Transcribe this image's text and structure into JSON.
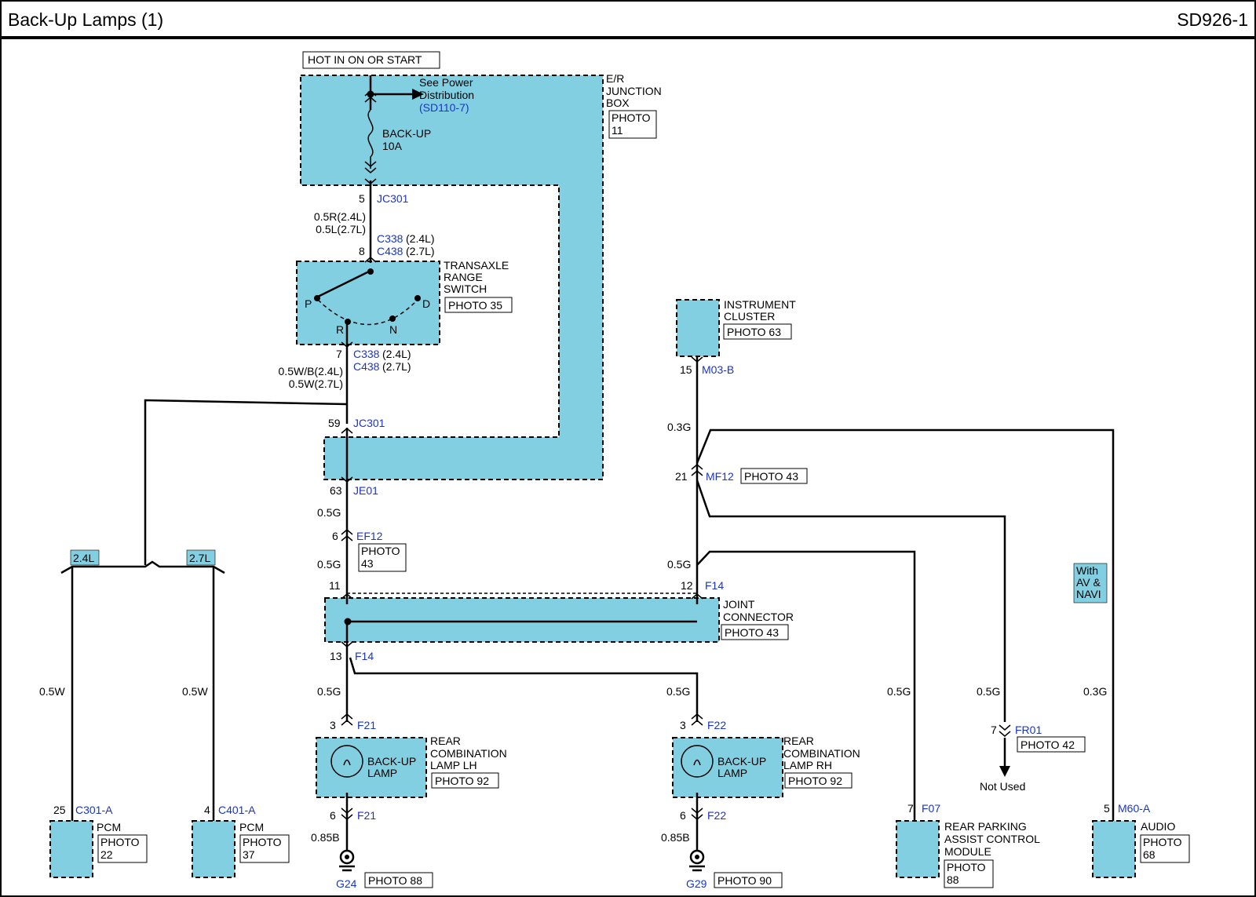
{
  "header": {
    "title": "Back-Up Lamps (1)",
    "code": "SD926-1"
  },
  "hot_label": "HOT IN ON OR START",
  "junction_box": {
    "name": [
      "E/R",
      "JUNCTION",
      "BOX"
    ],
    "photo": [
      "PHOTO",
      "11"
    ]
  },
  "see_power": [
    "See Power",
    "Distribution"
  ],
  "see_power_ref": "(SD110-7)",
  "fuse": [
    "BACK-UP",
    "10A"
  ],
  "jc301_top": {
    "pin": "5",
    "id": "JC301"
  },
  "wire_trs_top": [
    "0.5R(2.4L)",
    "0.5L(2.7L)"
  ],
  "c338_top": {
    "pin": "8",
    "id1": "C338",
    "sp1": "(2.4L)",
    "id2": "C438",
    "sp2": "(2.7L)"
  },
  "transaxle": {
    "name": [
      "TRANSAXLE",
      "RANGE",
      "SWITCH"
    ],
    "photo": "PHOTO 35",
    "p": "P",
    "r": "R",
    "n": "N",
    "d": "D"
  },
  "c338_bot": {
    "pin": "7",
    "id1": "C338",
    "sp1": "(2.4L)",
    "id2": "C438",
    "sp2": "(2.7L)"
  },
  "wire_trs_bot": [
    "0.5W/B(2.4L)",
    "0.5W(2.7L)"
  ],
  "jc301_bot": {
    "pin": "59",
    "id": "JC301"
  },
  "je01": {
    "pin": "63",
    "id": "JE01"
  },
  "wire_05g_a": "0.5G",
  "ef12": {
    "pin": "6",
    "id": "EF12",
    "photo": [
      "PHOTO",
      "43"
    ]
  },
  "wire_05g_b": "0.5G",
  "jc_pin11": "11",
  "jc_pin12": "12",
  "f14_top": "F14",
  "joint": {
    "name": [
      "JOINT",
      "CONNECTOR"
    ],
    "photo": "PHOTO 43"
  },
  "f14_bot": {
    "pin": "13",
    "id": "F14"
  },
  "variant_24": "2.4L",
  "variant_27": "2.7L",
  "wire_pcm1": "0.5W",
  "wire_pcm2": "0.5W",
  "pcm1": {
    "pin": "25",
    "id": "C301-A",
    "name": "PCM",
    "photo": [
      "PHOTO",
      "22"
    ]
  },
  "pcm2": {
    "pin": "4",
    "id": "C401-A",
    "name": "PCM",
    "photo": [
      "PHOTO",
      "37"
    ]
  },
  "instrument": {
    "name": [
      "INSTRUMENT",
      "CLUSTER"
    ],
    "photo": "PHOTO 63"
  },
  "m03b": {
    "pin": "15",
    "id": "M03-B"
  },
  "wire_03g_a": "0.3G",
  "mf12": {
    "pin": "21",
    "id": "MF12",
    "photo": "PHOTO 43"
  },
  "wire_05g_c": "0.5G",
  "lh": {
    "pin_top": "3",
    "id_top": "F21",
    "bulb": [
      "BACK-UP",
      "LAMP"
    ],
    "name": [
      "REAR",
      "COMBINATION",
      "LAMP LH"
    ],
    "photo": "PHOTO 92",
    "pin_bot": "6",
    "id_bot": "F21",
    "wire": "0.85B",
    "ground": "G24",
    "ground_photo": "PHOTO 88"
  },
  "rh": {
    "pin_top": "3",
    "id_top": "F22",
    "bulb": [
      "BACK-UP",
      "LAMP"
    ],
    "name": [
      "REAR",
      "COMBINATION",
      "LAMP RH"
    ],
    "photo": "PHOTO 92",
    "pin_bot": "6",
    "id_bot": "F22",
    "wire": "0.85B",
    "ground": "G29",
    "ground_photo": "PHOTO 90"
  },
  "wire_lh": "0.5G",
  "wire_rh": "0.5G",
  "wire_park": "0.5G",
  "wire_fr01": "0.5G",
  "wire_audio": "0.3G",
  "fr01": {
    "pin": "7",
    "id": "FR01",
    "photo": "PHOTO 42",
    "note": "Not Used"
  },
  "park": {
    "pin": "7",
    "id": "F07",
    "name": [
      "REAR PARKING",
      "ASSIST CONTROL",
      "MODULE"
    ],
    "photo": [
      "PHOTO",
      "88"
    ]
  },
  "with_av": [
    "With",
    "AV &",
    "NAVI"
  ],
  "audio": {
    "pin": "5",
    "id": "M60-A",
    "name": "AUDIO",
    "photo": [
      "PHOTO",
      "68"
    ]
  }
}
